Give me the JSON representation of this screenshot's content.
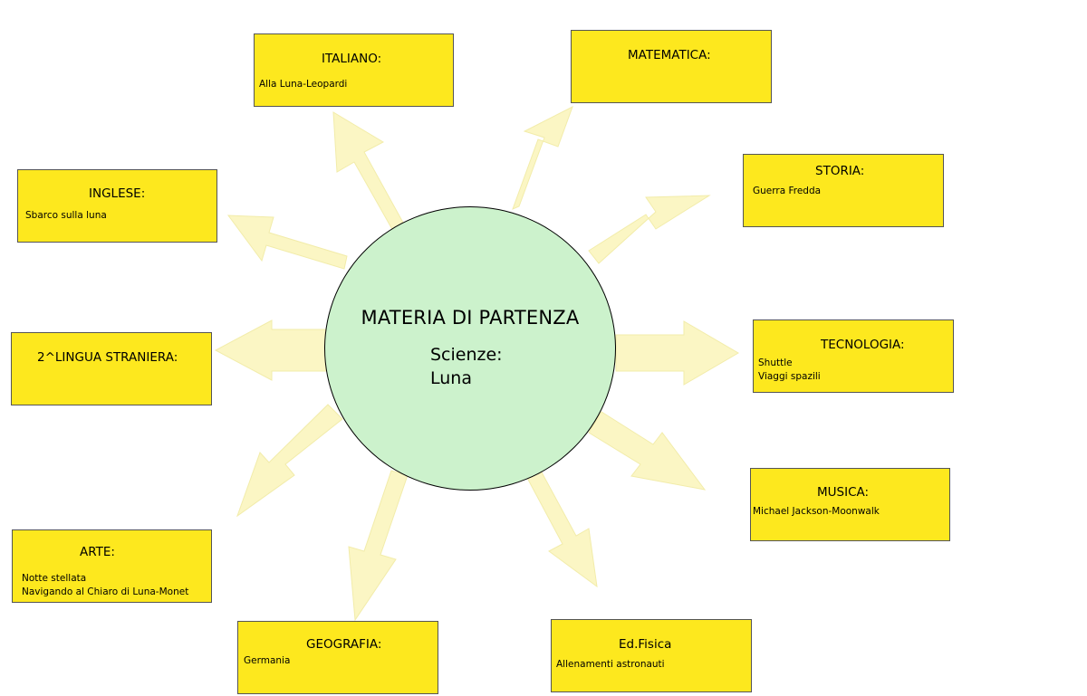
{
  "center": {
    "title": "MATERIA DI PARTENZA",
    "subject_line1": "Scienze:",
    "subject_line2": "Luna"
  },
  "boxes": {
    "italiano": {
      "title": "ITALIANO:",
      "lines": [
        "Alla Luna-Leopardi"
      ]
    },
    "matematica": {
      "title": "MATEMATICA:",
      "lines": []
    },
    "inglese": {
      "title": "INGLESE:",
      "lines": [
        "Sbarco sulla luna"
      ]
    },
    "storia": {
      "title": "STORIA:",
      "lines": [
        "Guerra Fredda"
      ]
    },
    "lingua2": {
      "title": "2^LINGUA STRANIERA:",
      "lines": []
    },
    "tecnologia": {
      "title": "TECNOLOGIA:",
      "lines": [
        "Shuttle",
        "Viaggi spazili"
      ]
    },
    "musica": {
      "title": "MUSICA:",
      "lines": [
        "Michael Jackson-Moonwalk"
      ]
    },
    "arte": {
      "title": "ARTE:",
      "lines": [
        "Notte stellata",
        "Navigando al Chiaro di Luna-Monet"
      ]
    },
    "geografia": {
      "title": "GEOGRAFIA:",
      "lines": [
        "Germania"
      ]
    },
    "edfisica": {
      "title": "Ed.Fisica",
      "lines": [
        "Allenamenti astronauti"
      ]
    }
  },
  "colors": {
    "box_fill": "#fde81e",
    "arrow_fill": "#fbf6c4",
    "circle_fill": "#ccf2cc"
  }
}
